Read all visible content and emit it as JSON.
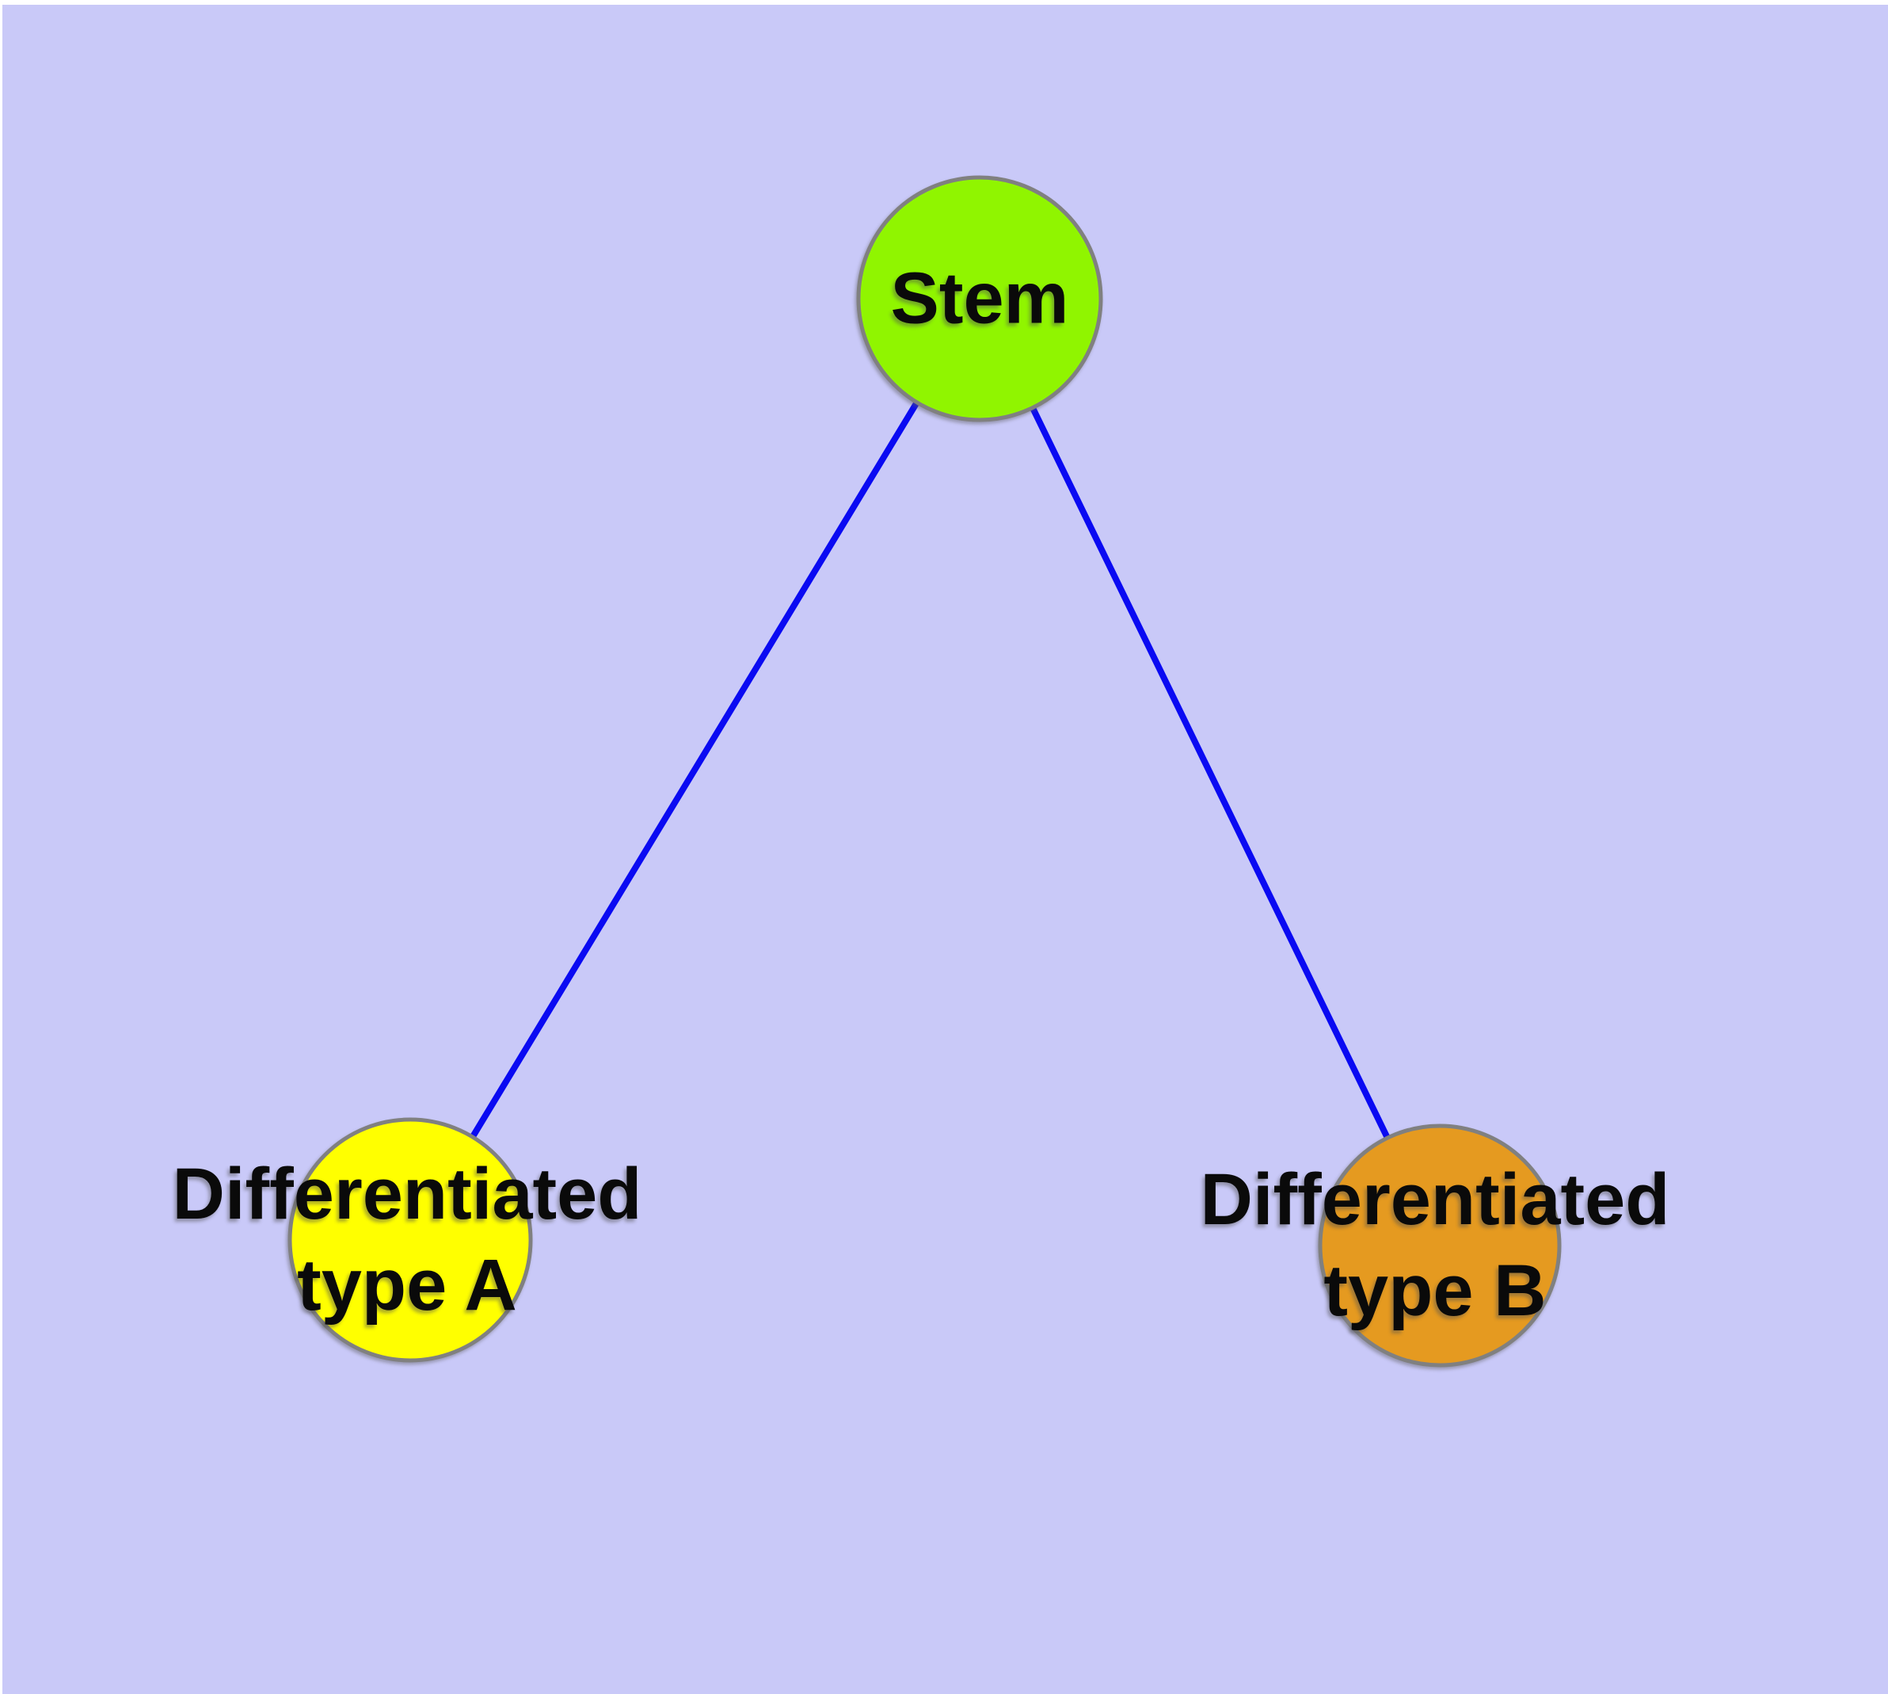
{
  "diagram": {
    "type": "node-link-graph",
    "background_color": "#c9c9f8",
    "top_margin_color": "#ffffff",
    "edge_color": "#0a0af2",
    "node_border_color": "#808080",
    "label_color": "#0a0a0a",
    "nodes": [
      {
        "id": "stem",
        "label": "Stem",
        "color": "#90f500",
        "shape": "circle"
      },
      {
        "id": "type-a",
        "label": "Differentiated\ntype A",
        "color": "#ffff00",
        "shape": "circle"
      },
      {
        "id": "type-b",
        "label": "Differentiated\ntype B",
        "color": "#e59a20",
        "shape": "circle"
      }
    ],
    "edges": [
      {
        "from": "stem",
        "to": "type-a"
      },
      {
        "from": "stem",
        "to": "type-b"
      }
    ]
  }
}
